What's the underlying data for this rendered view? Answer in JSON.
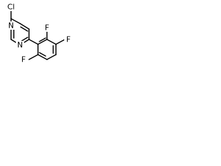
{
  "structure": {
    "atoms": {
      "cl": "Cl",
      "n_top": "N",
      "n_bottom": "N",
      "f_top": "F",
      "f_right": "F",
      "f_bottom": "F"
    }
  },
  "colors": {
    "bond": "#000000",
    "text": "#000000",
    "background": "#ffffff"
  }
}
